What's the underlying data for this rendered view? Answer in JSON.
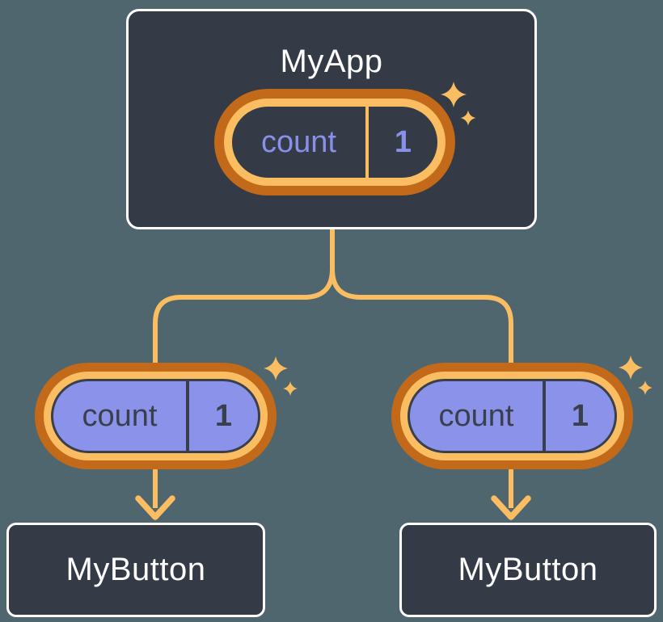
{
  "diagram": {
    "root": {
      "title": "MyApp",
      "state": {
        "name": "count",
        "value": "1"
      }
    },
    "children": [
      {
        "title": "MyButton",
        "state": {
          "name": "count",
          "value": "1"
        }
      },
      {
        "title": "MyButton",
        "state": {
          "name": "count",
          "value": "1"
        }
      }
    ]
  },
  "icons": {
    "sparkles": "sparkles-icon",
    "arrow_down": "arrow-down-icon"
  },
  "colors": {
    "background": "#4F666E",
    "node_background": "#343A46",
    "node_border": "#FFFFFF",
    "title_text": "#FFFFFF",
    "accent_orange_light": "#FABD62",
    "accent_orange_dark": "#C2691A",
    "pill_fill_purple": "#8B92E9",
    "pill_text_purple": "#8890E8",
    "pill_text_dark": "#39404C"
  }
}
